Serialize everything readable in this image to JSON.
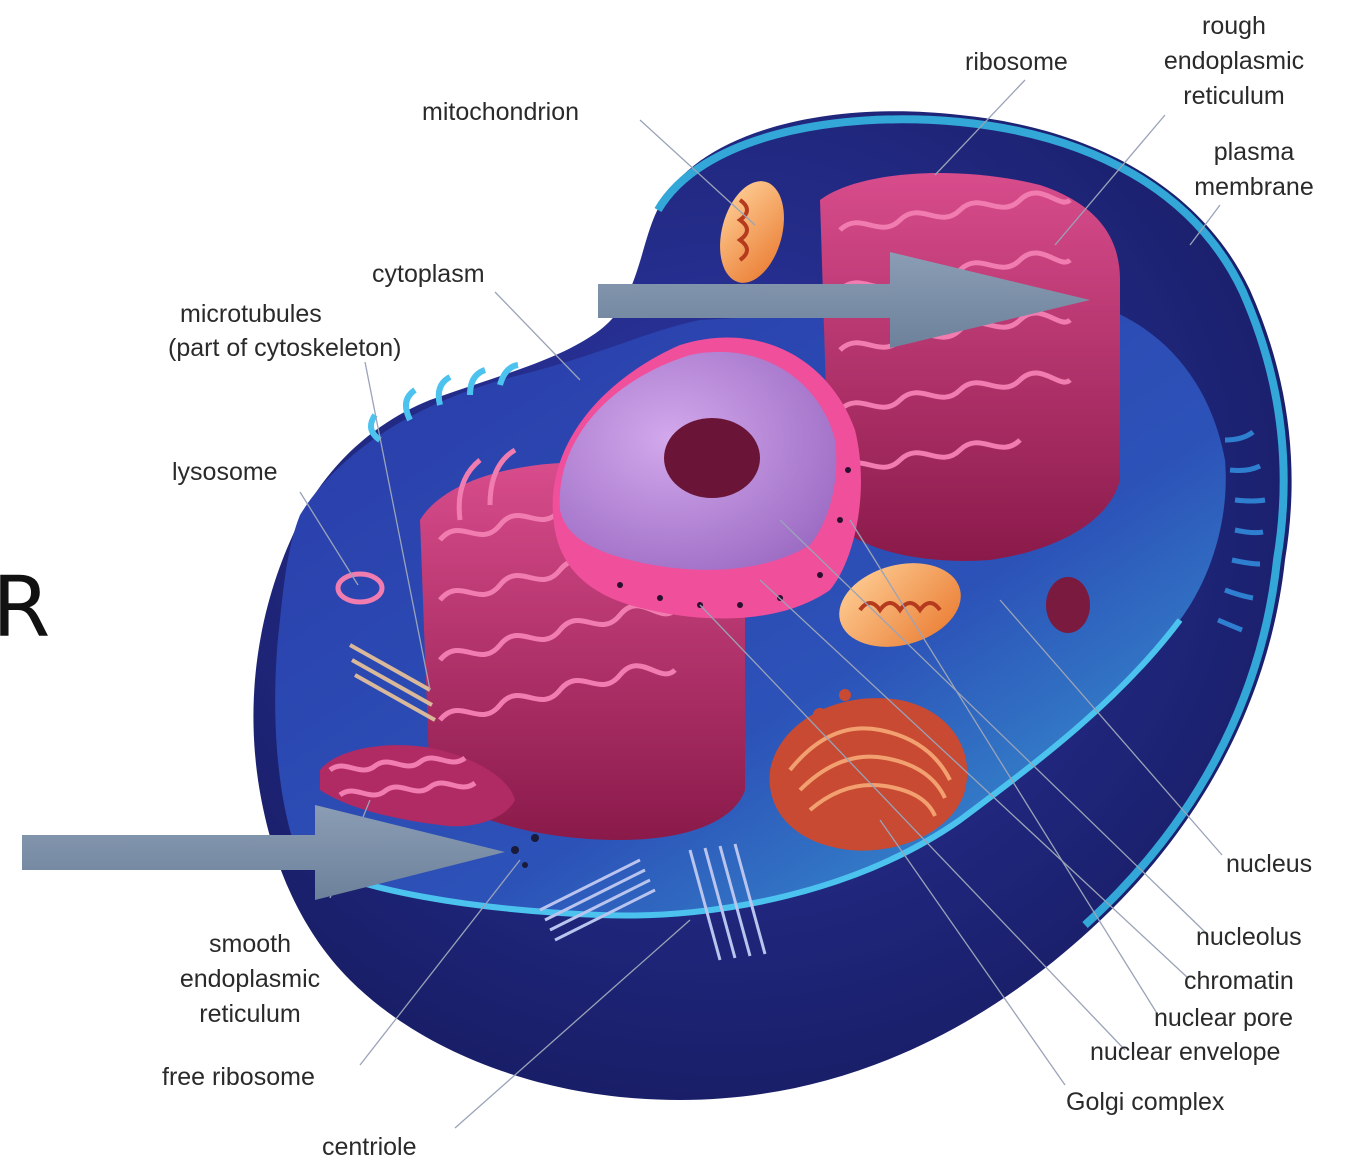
{
  "colors": {
    "cell_outer": "#1b1f6e",
    "cell_inner": "#24309a",
    "membrane": "#33a7d8",
    "cytoplasm_light": "#3aa8d8",
    "organelle_er": "#a3235e",
    "organelle_er_light": "#d84c8c",
    "nucleus_outer": "#b98ad6",
    "nucleus_pink": "#ef4f9b",
    "nucleolus": "#6a1537",
    "mitochondrion_outer": "#f39a50",
    "mitochondrion_inner": "#b63a1e",
    "golgi": "#c84a32",
    "arrow": "#7f93ab",
    "label_text": "#2a2a2a"
  },
  "partial_letter": "R",
  "labels": {
    "mitochondrion": "mitochondrion",
    "ribosome": "ribosome",
    "rough_er": [
      "rough",
      "endoplasmic",
      "reticulum"
    ],
    "plasma_membrane": [
      "plasma",
      "membrane"
    ],
    "cytoplasm": "cytoplasm",
    "microtubules": [
      "microtubules",
      "(part of cytoskeleton)"
    ],
    "lysosome": "lysosome",
    "nucleus": "nucleus",
    "nucleolus": "nucleolus",
    "chromatin": "chromatin",
    "nuclear_pore": "nuclear pore",
    "nuclear_envelope": "nuclear envelope",
    "golgi_complex": "Golgi complex",
    "smooth_er": [
      "smooth",
      "endoplasmic",
      "reticulum"
    ],
    "free_ribosome": "free ribosome",
    "centriole": "centriole"
  }
}
